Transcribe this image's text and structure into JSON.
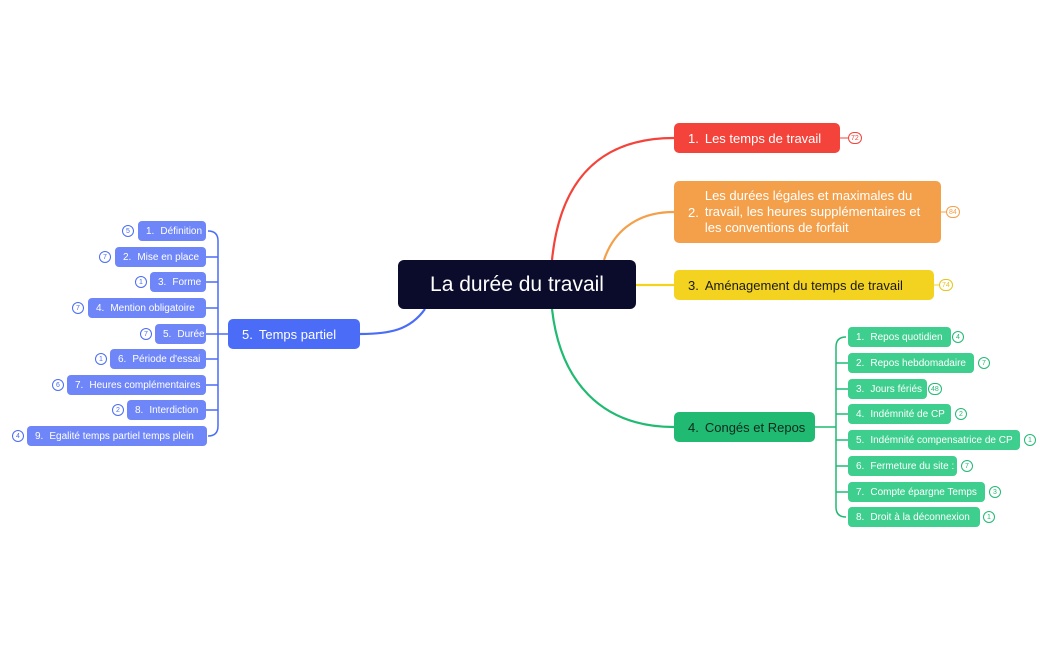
{
  "central": "La durée du travail",
  "branches": [
    {
      "num": "1.",
      "label": "Les temps de travail",
      "badge": "72",
      "color": "#f4433a"
    },
    {
      "num": "2.",
      "label": "Les durées légales et maximales du travail, les heures supplémentaires et les conventions de forfait",
      "badge": "84",
      "color": "#f4a04b"
    },
    {
      "num": "3.",
      "label": "Aménagement du temps de travail",
      "badge": "74",
      "color": "#f4d320"
    },
    {
      "num": "4.",
      "label": "Congés et Repos",
      "badge": "",
      "color": "#21ba72",
      "children": [
        {
          "num": "1.",
          "label": "Repos quotidien",
          "badge": "4"
        },
        {
          "num": "2.",
          "label": "Repos hebdomadaire",
          "badge": "7"
        },
        {
          "num": "3.",
          "label": "Jours fériés",
          "badge": "48"
        },
        {
          "num": "4.",
          "label": "Indémnité de CP",
          "badge": "2"
        },
        {
          "num": "5.",
          "label": "Indémnité compensatrice de CP",
          "badge": "1"
        },
        {
          "num": "6.",
          "label": "Fermeture du site :",
          "badge": "7"
        },
        {
          "num": "7.",
          "label": "Compte épargne Temps",
          "badge": "3"
        },
        {
          "num": "8.",
          "label": "Droit à la déconnexion",
          "badge": "1"
        }
      ]
    },
    {
      "num": "5.",
      "label": "Temps partiel",
      "badge": "",
      "color": "#4a6cf7",
      "children": [
        {
          "num": "1.",
          "label": "Définition",
          "badge": "5"
        },
        {
          "num": "2.",
          "label": "Mise en place",
          "badge": "7"
        },
        {
          "num": "3.",
          "label": "Forme",
          "badge": "1"
        },
        {
          "num": "4.",
          "label": "Mention obligatoire",
          "badge": "7"
        },
        {
          "num": "5.",
          "label": "Durée",
          "badge": "7"
        },
        {
          "num": "6.",
          "label": "Période d'essai",
          "badge": "1"
        },
        {
          "num": "7.",
          "label": "Heures complémentaires",
          "badge": "6"
        },
        {
          "num": "8.",
          "label": "Interdiction",
          "badge": "2"
        },
        {
          "num": "9.",
          "label": "Egalité temps partiel temps plein",
          "badge": "4"
        }
      ]
    }
  ],
  "colors": {
    "central": "#0b0b2b",
    "sub_green": "#3ecf8e",
    "sub_blue": "#6f86f8"
  }
}
